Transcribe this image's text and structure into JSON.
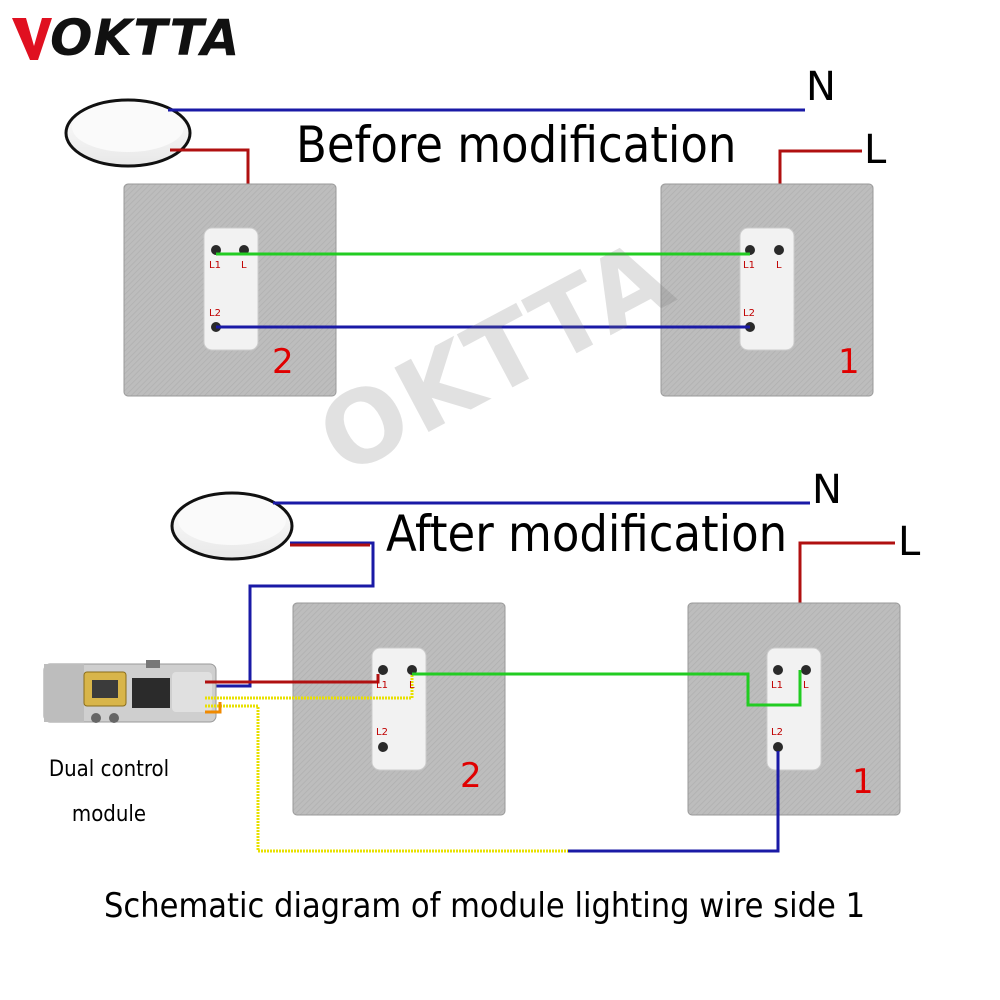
{
  "brand": {
    "name": "OKTTA",
    "watermark": "OKTTA"
  },
  "before": {
    "title": "Before modification",
    "neutral_label": "N",
    "live_label": "L",
    "switch_left": {
      "number": "2",
      "terminals": [
        "L1",
        "L",
        "L2"
      ]
    },
    "switch_right": {
      "number": "1",
      "terminals": [
        "L1",
        "L",
        "L2"
      ]
    }
  },
  "after": {
    "title": "After modification",
    "neutral_label": "N",
    "live_label": "L",
    "switch_left": {
      "number": "2",
      "terminals": [
        "L1",
        "L",
        "L2"
      ]
    },
    "switch_right": {
      "number": "1",
      "terminals": [
        "L1",
        "L",
        "L2"
      ]
    },
    "module_label_line1": "Dual control",
    "module_label_line2": "module"
  },
  "caption": "Schematic diagram of module lighting wire side 1",
  "colors": {
    "neutral_wire": "#1a1aa6",
    "live_wire": "#b01010",
    "traveler_green": "#22cc22",
    "traveler_blue": "#1a1aa6",
    "module_yellow": "#e8e000",
    "number_red": "#e00000",
    "switch_plate": "#c9c9c9",
    "brand_red": "#e01020"
  }
}
